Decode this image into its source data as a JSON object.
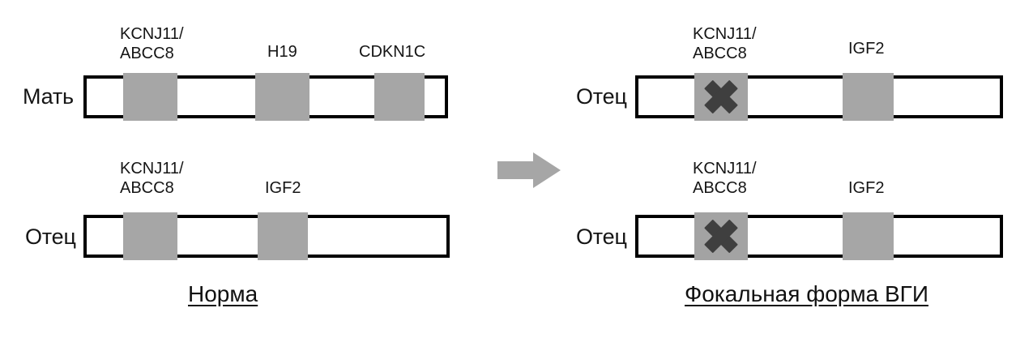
{
  "figure": {
    "title_left": "Норма",
    "title_right": "Фокальная форма ВГИ",
    "arrow_icon": "right-block-arrow-icon",
    "colors": {
      "gene_block": "#a6a6a6",
      "chromosome_outline": "#000000",
      "mutation_mark": "#3f3f3f",
      "arrow": "#a6a6a6",
      "background": "#ffffff"
    }
  },
  "left_panel": {
    "caption": "Норма",
    "chromosomes": [
      {
        "parent_label": "Мать",
        "genes": [
          {
            "name_line1": "KCNJ11/",
            "name_line2": "ABCC8",
            "mutated": false
          },
          {
            "name_line1": "H19",
            "name_line2": "",
            "mutated": false
          },
          {
            "name_line1": "CDKN1C",
            "name_line2": "",
            "mutated": false
          }
        ]
      },
      {
        "parent_label": "Отец",
        "genes": [
          {
            "name_line1": "KCNJ11/",
            "name_line2": "ABCC8",
            "mutated": false
          },
          {
            "name_line1": "IGF2",
            "name_line2": "",
            "mutated": false
          }
        ]
      }
    ]
  },
  "right_panel": {
    "caption": "Фокальная форма ВГИ",
    "chromosomes": [
      {
        "parent_label": "Отец",
        "genes": [
          {
            "name_line1": "KCNJ11/",
            "name_line2": "ABCC8",
            "mutated": true
          },
          {
            "name_line1": "IGF2",
            "name_line2": "",
            "mutated": false
          }
        ]
      },
      {
        "parent_label": "Отец",
        "genes": [
          {
            "name_line1": "KCNJ11/",
            "name_line2": "ABCC8",
            "mutated": true
          },
          {
            "name_line1": "IGF2",
            "name_line2": "",
            "mutated": false
          }
        ]
      }
    ]
  }
}
